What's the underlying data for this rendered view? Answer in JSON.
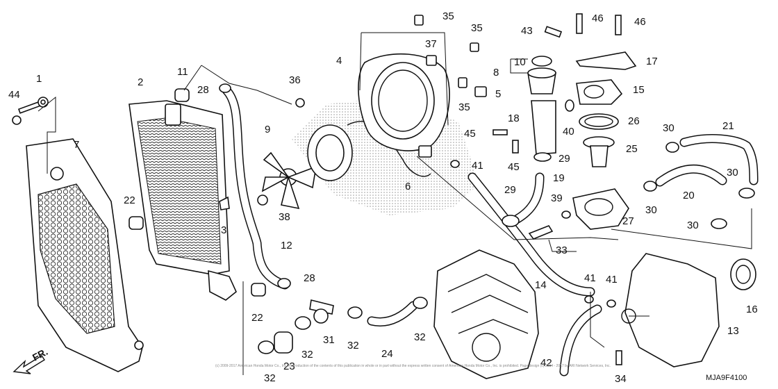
{
  "diagram": {
    "drawing_code": "MJA9F4100",
    "direction_label": "FR.",
    "copyright": "(c) 2009-2017 American Honda Motor Co., Inc. Reproduction of the contents of this publication in whole or in part without the express written consent of American Honda Motor Co., Inc. is prohibited.  Page design (c) 2004 - 2017 by ARI Network Services, Inc.",
    "colors": {
      "ink": "#111111",
      "background": "#ffffff"
    },
    "callouts": [
      {
        "id": "c44",
        "label": "44"
      },
      {
        "id": "c1",
        "label": "1"
      },
      {
        "id": "c7",
        "label": "7"
      },
      {
        "id": "c2",
        "label": "2"
      },
      {
        "id": "c11",
        "label": "11"
      },
      {
        "id": "c28a",
        "label": "28"
      },
      {
        "id": "c22a",
        "label": "22"
      },
      {
        "id": "c3",
        "label": "3"
      },
      {
        "id": "c9",
        "label": "9"
      },
      {
        "id": "c36",
        "label": "36"
      },
      {
        "id": "c38",
        "label": "38"
      },
      {
        "id": "c12",
        "label": "12"
      },
      {
        "id": "c28b",
        "label": "28"
      },
      {
        "id": "c22b",
        "label": "22"
      },
      {
        "id": "c23",
        "label": "23"
      },
      {
        "id": "c32a",
        "label": "32"
      },
      {
        "id": "c32b",
        "label": "32"
      },
      {
        "id": "c31",
        "label": "31"
      },
      {
        "id": "c32c",
        "label": "32"
      },
      {
        "id": "c24",
        "label": "24"
      },
      {
        "id": "c32d",
        "label": "32"
      },
      {
        "id": "c4",
        "label": "4"
      },
      {
        "id": "c35a",
        "label": "35"
      },
      {
        "id": "c35b",
        "label": "35"
      },
      {
        "id": "c37",
        "label": "37"
      },
      {
        "id": "c35c",
        "label": "35"
      },
      {
        "id": "c5",
        "label": "5"
      },
      {
        "id": "c6",
        "label": "6"
      },
      {
        "id": "c41a",
        "label": "41"
      },
      {
        "id": "c14",
        "label": "14"
      },
      {
        "id": "c42",
        "label": "42"
      },
      {
        "id": "c43",
        "label": "43"
      },
      {
        "id": "c46a",
        "label": "46"
      },
      {
        "id": "c46b",
        "label": "46"
      },
      {
        "id": "c17",
        "label": "17"
      },
      {
        "id": "c10",
        "label": "10"
      },
      {
        "id": "c8",
        "label": "8"
      },
      {
        "id": "c15",
        "label": "15"
      },
      {
        "id": "c18",
        "label": "18"
      },
      {
        "id": "c40",
        "label": "40"
      },
      {
        "id": "c26",
        "label": "26"
      },
      {
        "id": "c45a",
        "label": "45"
      },
      {
        "id": "c45b",
        "label": "45"
      },
      {
        "id": "c29a",
        "label": "29"
      },
      {
        "id": "c25",
        "label": "25"
      },
      {
        "id": "c30a",
        "label": "30"
      },
      {
        "id": "c21",
        "label": "21"
      },
      {
        "id": "c19",
        "label": "19"
      },
      {
        "id": "c29b",
        "label": "29"
      },
      {
        "id": "c39",
        "label": "39"
      },
      {
        "id": "c30b",
        "label": "30"
      },
      {
        "id": "c20",
        "label": "20"
      },
      {
        "id": "c30c",
        "label": "30"
      },
      {
        "id": "c27",
        "label": "27"
      },
      {
        "id": "c30d",
        "label": "30"
      },
      {
        "id": "c33",
        "label": "33"
      },
      {
        "id": "c41b",
        "label": "41"
      },
      {
        "id": "c41c",
        "label": "41"
      },
      {
        "id": "c16",
        "label": "16"
      },
      {
        "id": "c13",
        "label": "13"
      },
      {
        "id": "c34",
        "label": "34"
      }
    ]
  }
}
